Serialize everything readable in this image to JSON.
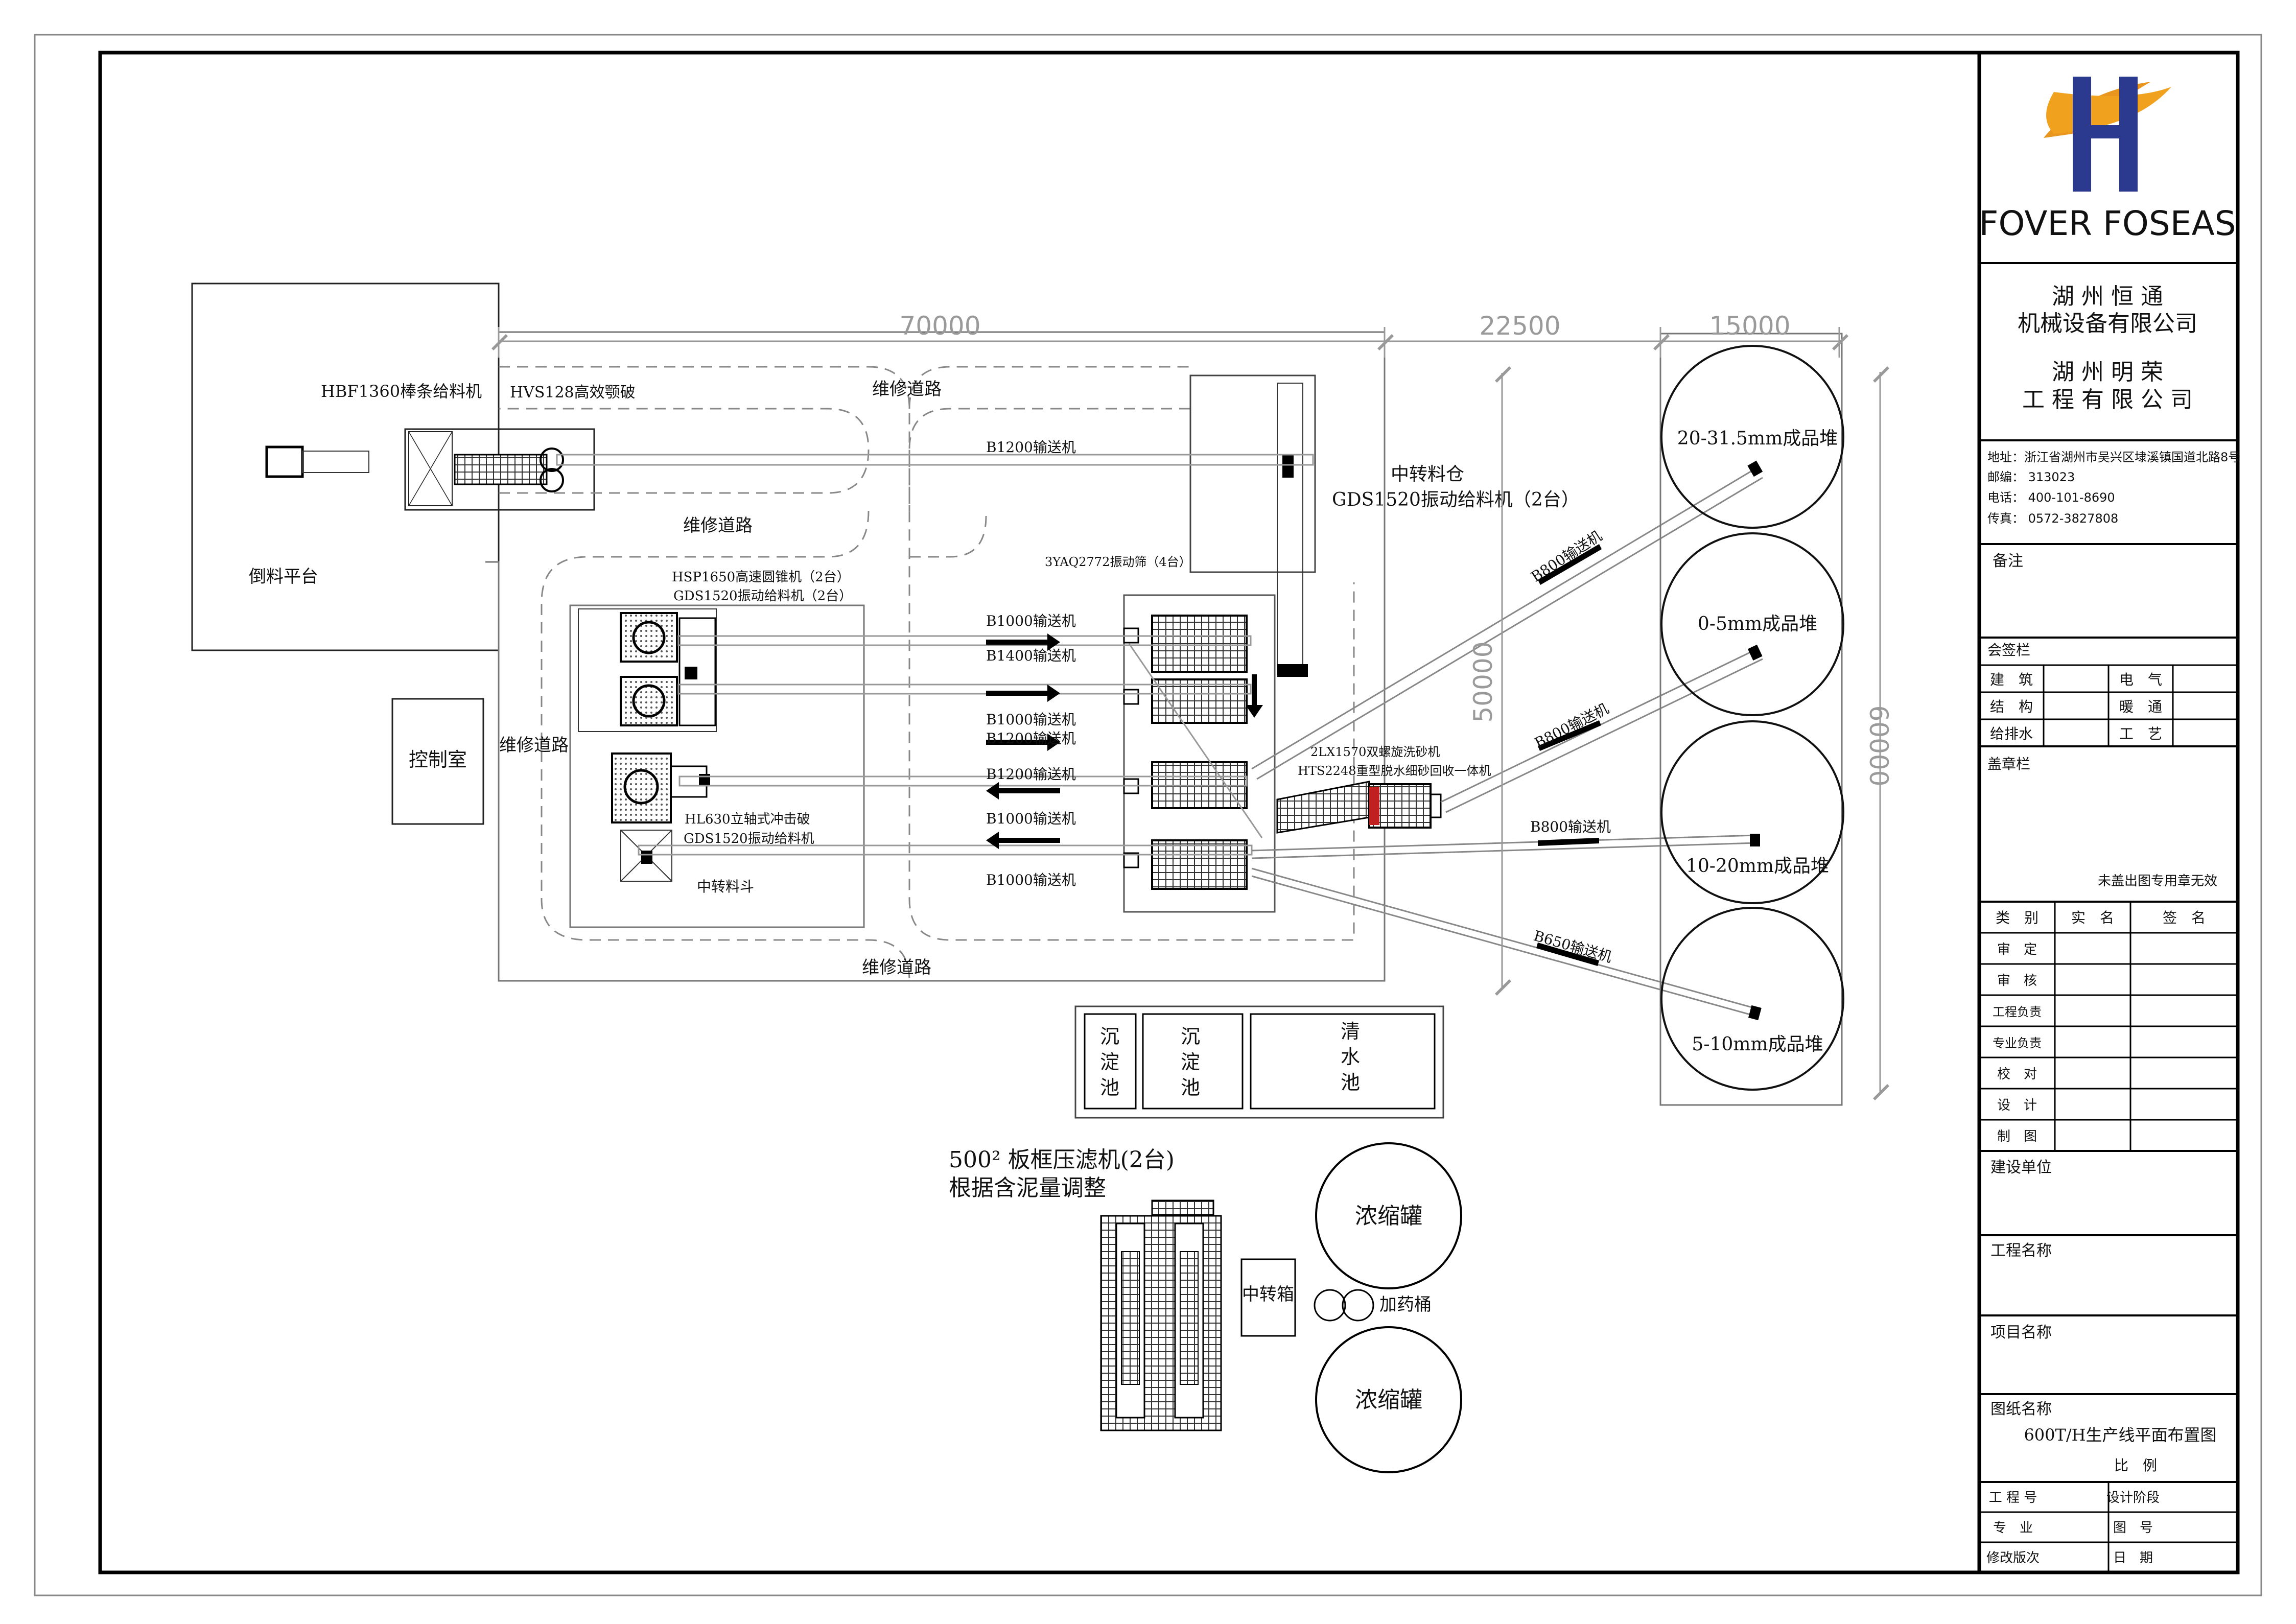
{
  "company": {
    "logo_text": "FOVER FOSEAS",
    "name1_line1": "湖 州 恒 通",
    "name1_line2": "机械设备有限公司",
    "name2_line1": "湖 州 明 荣",
    "name2_line2": "工 程 有 限 公 司",
    "address": "地址：浙江省湖州市吴兴区埭溪镇国道北路8号",
    "postcode": "邮编： 313023",
    "phone": "电话： 400-101-8690",
    "fax": "传真： 0572-3827808"
  },
  "title_block": {
    "remarks": "备注",
    "countersign": "会签栏",
    "sign_rows": [
      [
        "建　筑",
        "电　气"
      ],
      [
        "结　构",
        "暖　通"
      ],
      [
        "给排水",
        "工　艺"
      ]
    ],
    "seal_label": "盖章栏",
    "seal_note": "未盖出图专用章无效",
    "approval_header": [
      "类　别",
      "实　名",
      "签　名"
    ],
    "approval_rows": [
      "审　定",
      "审　核",
      "工程负责",
      "专业负责",
      "校　对",
      "设　计",
      "制　图"
    ],
    "construction_unit": "建设单位",
    "project_name": "工程名称",
    "item_name": "项目名称",
    "drawing_name_label": "图纸名称",
    "drawing_name": "600T/H生产线平面布置图",
    "scale": "比　例",
    "bottom_rows": [
      [
        "工 程 号",
        "设计阶段"
      ],
      [
        "专　业",
        "图　号"
      ],
      [
        "修改版次",
        "日　期"
      ]
    ]
  },
  "dimensions": {
    "d70000": "70000",
    "d22500": "22500",
    "d15000": "15000",
    "d50000": "50000",
    "d60000": "60000"
  },
  "labels": {
    "hbf": "HBF1360棒条给料机",
    "hvs": "HVS128高效颚破",
    "dump_platform": "倒料平台",
    "control_room": "控制室",
    "road_top": "维修道路",
    "road_mid": "维修道路",
    "road_left": "维修道路",
    "road_bottom": "维修道路",
    "b1200_top": "B1200输送机",
    "mid_bin": "中转料仓",
    "gds_bin": "GDS1520振动给料机（2台）",
    "screen": "3YAQ2772振动筛（4台）",
    "hsp": "HSP1650高速圆锥机（2台）",
    "gds_cone": "GDS1520振动给料机（2台）",
    "b1000_1": "B1000输送机",
    "b1400": "B1400输送机",
    "b1000_2": "B1000输送机",
    "b1200_2": "B1200输送机",
    "b1200_3": "B1200输送机",
    "b1000_3": "B1000输送机",
    "b1000_4": "B1000输送机",
    "hl": "HL630立轴式冲击破",
    "gds_hl": "GDS1520振动给料机",
    "mid_hopper": "中转料斗",
    "sand1": "2LX1570双螺旋洗砂机",
    "sand2": "HTS2248重型脱水细砂回收一体机",
    "b800_1": "B800输送机",
    "b800_2": "B800输送机",
    "b800_3": "B800输送机",
    "b650": "B650输送机",
    "pile1": "20-31.5mm成品堆",
    "pile2": "0-5mm成品堆",
    "pile3": "10-20mm成品堆",
    "pile4": "5-10mm成品堆",
    "pool1": [
      "沉",
      "淀",
      "池"
    ],
    "pool2": [
      "沉",
      "淀",
      "池"
    ],
    "pool3": [
      "清",
      "水",
      "池"
    ],
    "filter1": "500² 板框压滤机(2台)",
    "filter2": "根据含泥量调整",
    "thickener1": "浓缩罐",
    "thickener2": "浓缩罐",
    "transfer_box": "中转箱",
    "dosing": "加药桶"
  }
}
